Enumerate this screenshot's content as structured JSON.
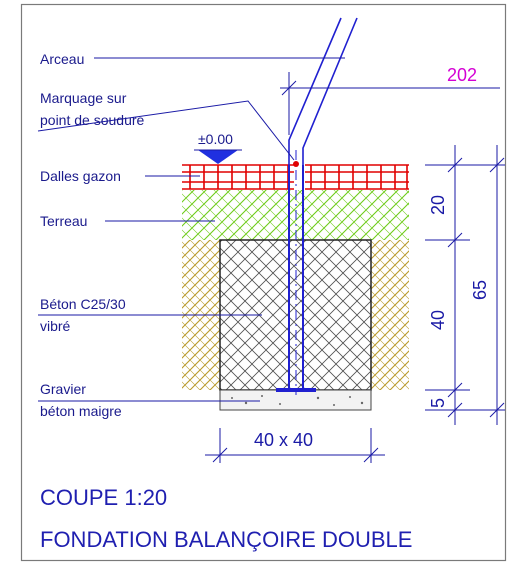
{
  "labels": {
    "arceau": "Arceau",
    "marquage_1": "Marquage sur",
    "marquage_2": "point de soudure",
    "level": "±0.00",
    "dalles": "Dalles gazon",
    "terreau": "Terreau",
    "beton_1": "Béton C25/30",
    "beton_2": "vibré",
    "gravier": "Gravier",
    "beton_maigre": "béton maigre"
  },
  "dimensions": {
    "top_ref": "202",
    "d20": "20",
    "d40": "40",
    "d5": "5",
    "d65": "65",
    "width": "40 x 40"
  },
  "title": {
    "line1": "COUPE   1:20",
    "line2": "FONDATION  BALANÇOIRE DOUBLE"
  },
  "colors": {
    "ink": "#1a1aa6",
    "title": "#1f1fb0",
    "magenta": "#d400d4",
    "grass": "#e00000",
    "soil": "#6ecc1a",
    "earth": "#b89a2a",
    "concrete_hatch": "#505050",
    "post": "#2020d0",
    "frame": "#7a7a7a"
  }
}
